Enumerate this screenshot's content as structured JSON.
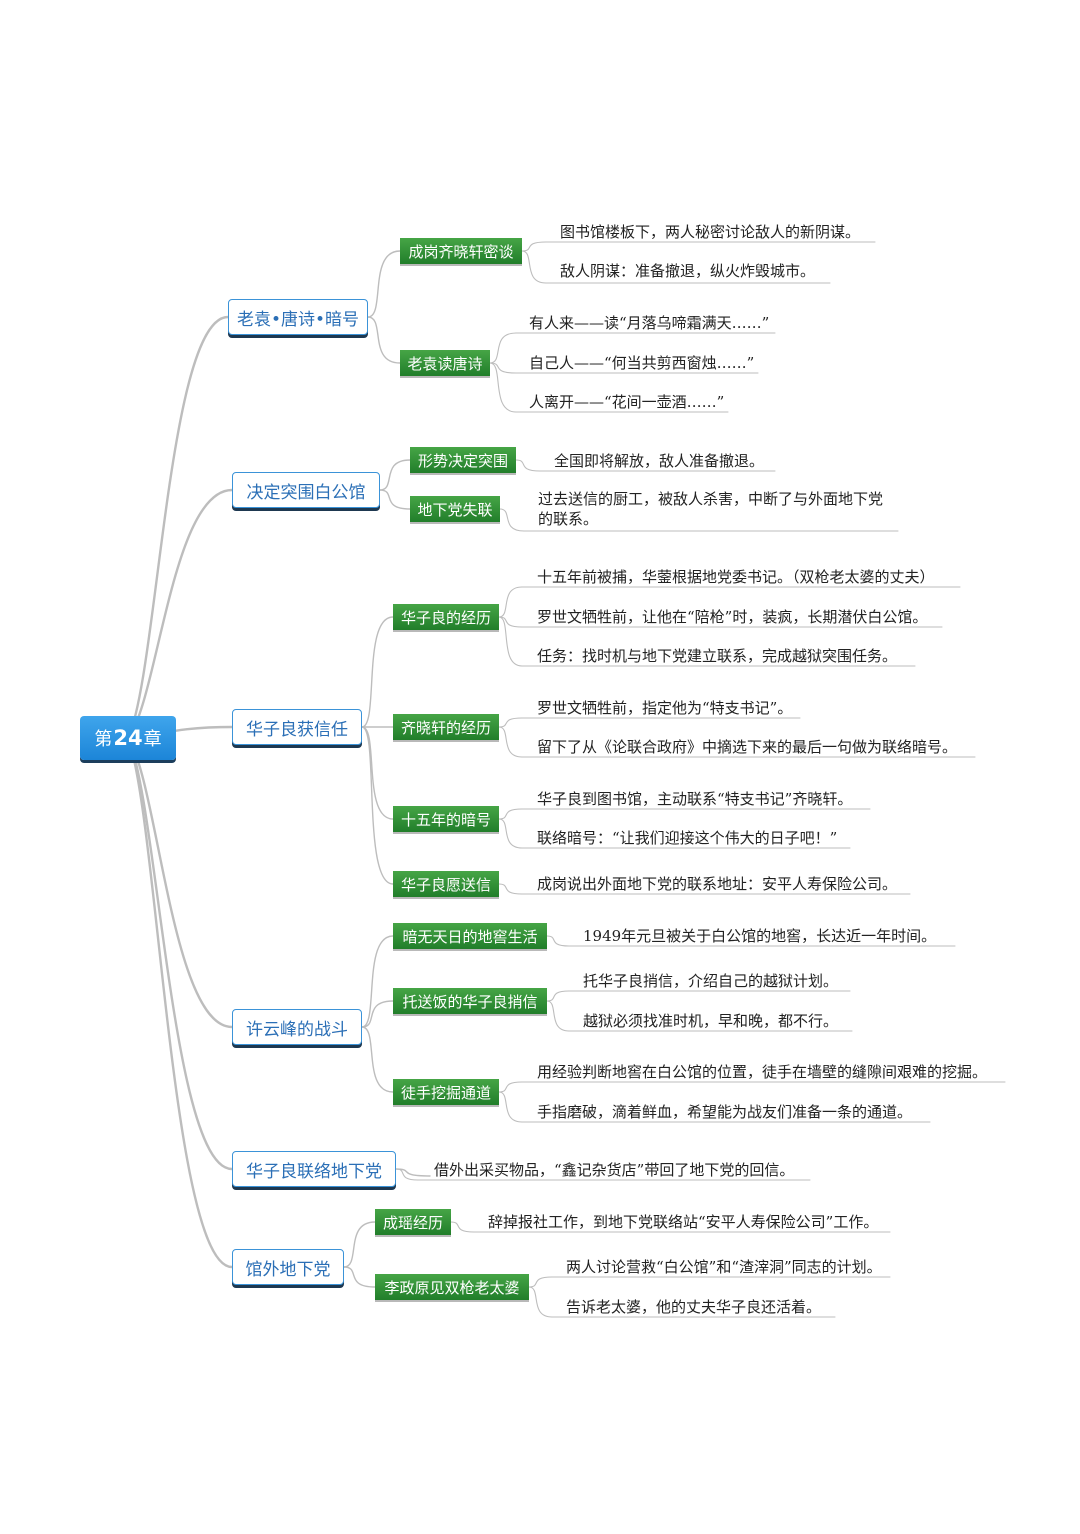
{
  "colors": {
    "root_fill": "#2a94e0",
    "topic_border": "#3b93d8",
    "topic_text": "#2b6fb6",
    "subtopic_fill": "#2f8f36",
    "connector": "#bdbdbd"
  },
  "root": {
    "prefix": "第",
    "number": "24",
    "suffix": "章"
  },
  "topics": {
    "t1": "老袁•唐诗•暗号",
    "t2": "决定突围白公馆",
    "t3": "华子良获信任",
    "t4": "许云峰的战斗",
    "t5": "华子良联络地下党",
    "t6": "馆外地下党"
  },
  "subtopics": {
    "s1": "成岗齐晓轩密谈",
    "s2": "老袁读唐诗",
    "s3": "形势决定突围",
    "s4": "地下党失联",
    "s5": "华子良的经历",
    "s6": "齐晓轩的经历",
    "s7": "十五年的暗号",
    "s8": "华子良愿送信",
    "s9": "暗无天日的地窖生活",
    "s10": "托送饭的华子良捎信",
    "s11": "徒手挖掘通道",
    "s12": "成瑶经历",
    "s13": "李政原见双枪老太婆"
  },
  "leaves": {
    "l1": "图书馆楼板下，两人秘密讨论敌人的新阴谋。",
    "l2": "敌人阴谋：准备撤退，纵火炸毁城市。",
    "l3": "有人来——读“月落乌啼霜满天……”",
    "l4": "自己人——“何当共剪西窗烛……”",
    "l5": "人离开——“花间一壶酒……”",
    "l6": "全国即将解放，敌人准备撤退。",
    "l7": "过去送信的厨工，被敌人杀害，中断了与外面地下党的联系。",
    "l8": "十五年前被捕，华蓥根据地党委书记。（双枪老太婆的丈夫）",
    "l9": "罗世文牺牲前，让他在“陪枪”时，装疯，长期潜伏白公馆。",
    "l10": "任务：找时机与地下党建立联系，完成越狱突围任务。",
    "l11": "罗世文牺牲前，指定他为“特支书记”。",
    "l12": "留下了从《论联合政府》中摘选下来的最后一句做为联络暗号。",
    "l13": "华子良到图书馆，主动联系“特支书记”齐晓轩。",
    "l14": "联络暗号：“让我们迎接这个伟大的日子吧！”",
    "l15": "成岗说出外面地下党的联系地址：安平人寿保险公司。",
    "l16": "1949年元旦被关于白公馆的地窖，长达近一年时间。",
    "l17": "托华子良捎信，介绍自己的越狱计划。",
    "l18": "越狱必须找准时机，早和晚，都不行。",
    "l19": "用经验判断地窖在白公馆的位置，徒手在墙壁的缝隙间艰难的挖掘。",
    "l20": "手指磨破，滴着鲜血，希望能为战友们准备一条的通道。",
    "l21": "借外出采买物品，“鑫记杂货店”带回了地下党的回信。",
    "l22": "辞掉报社工作，到地下党联络站“安平人寿保险公司”工作。",
    "l23": "两人讨论营救“白公馆”和“渣滓洞”同志的计划。",
    "l24": "告诉老太婆，他的丈夫华子良还活着。"
  }
}
